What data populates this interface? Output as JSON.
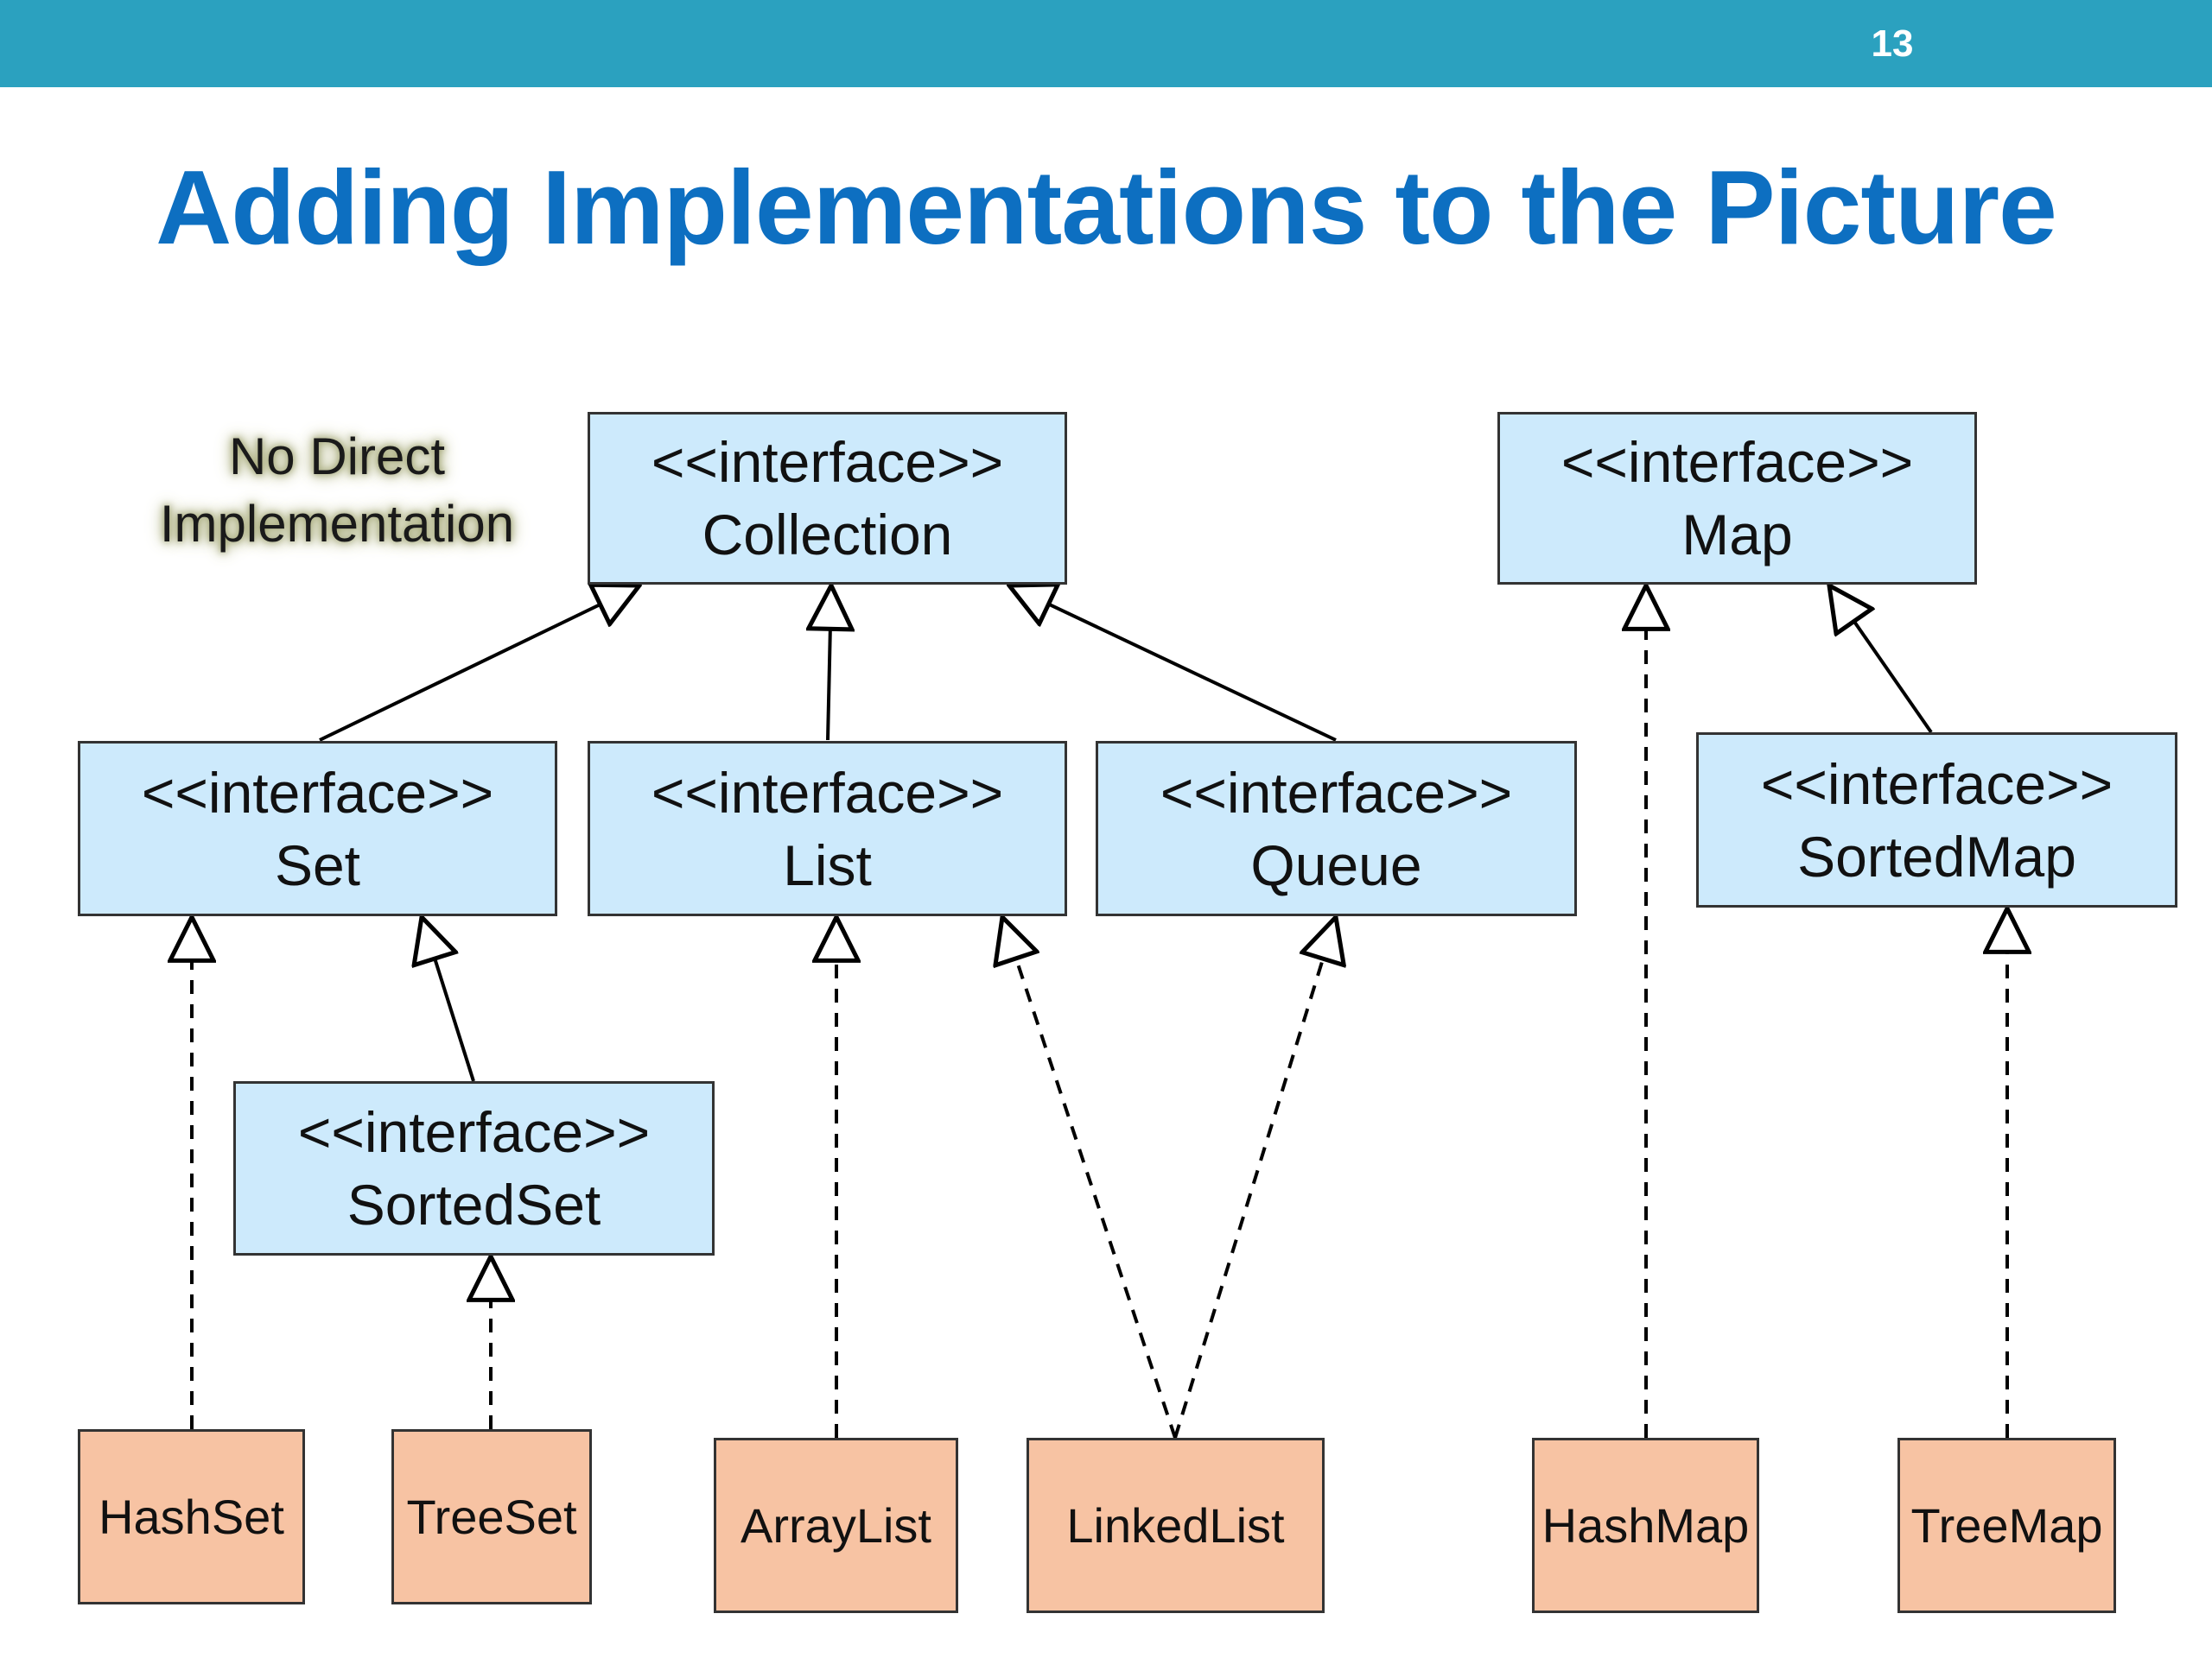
{
  "slide": {
    "page_number": "13",
    "title": "Adding Implementations to the Picture",
    "note": "No Direct Implementation"
  },
  "diagram": {
    "stereotype": "<<interface>>",
    "interfaces": {
      "collection": "Collection",
      "map": "Map",
      "set": "Set",
      "list": "List",
      "queue": "Queue",
      "sorted_map": "SortedMap",
      "sorted_set": "SortedSet"
    },
    "implementations": {
      "hashset": "HashSet",
      "treeset": "TreeSet",
      "arraylist": "ArrayList",
      "linkedlist": "LinkedList",
      "hashmap": "HashMap",
      "treemap": "TreeMap"
    },
    "colors": {
      "header_bar": "#2ba1bf",
      "title": "#0d6fc1",
      "interface_fill": "#cdeafc",
      "implementation_fill": "#f7c3a3"
    }
  }
}
